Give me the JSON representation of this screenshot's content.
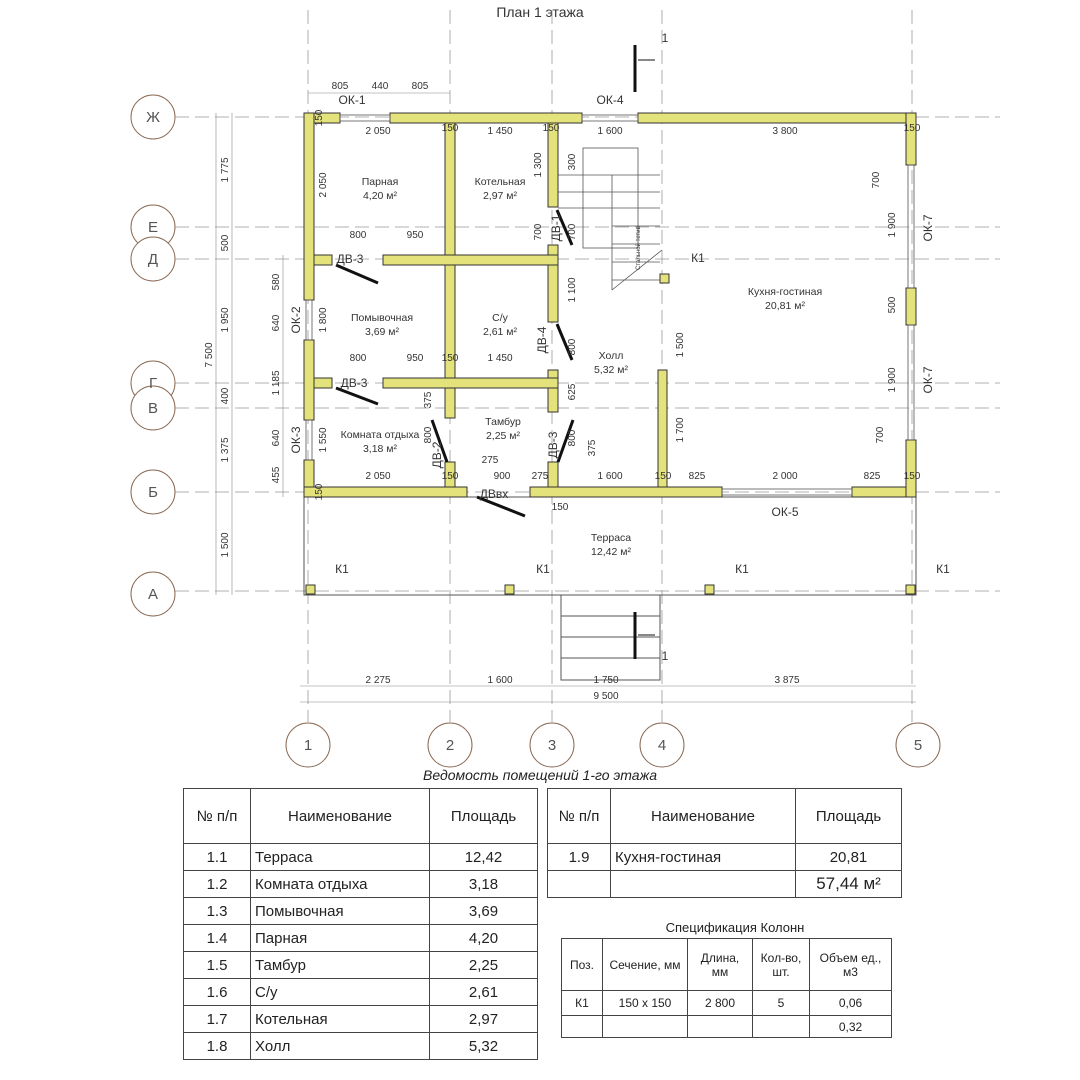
{
  "title": "План 1 этажа",
  "section_mark": "1",
  "axes_letters": [
    "Ж",
    "Е",
    "Д",
    "Г",
    "В",
    "Б",
    "А"
  ],
  "axes_numbers": [
    "1",
    "2",
    "3",
    "4",
    "5"
  ],
  "rooms": [
    {
      "name": "Парная",
      "area": "4,20 м²"
    },
    {
      "name": "Котельная",
      "area": "2,97 м²"
    },
    {
      "name": "Помывочная",
      "area": "3,69 м²"
    },
    {
      "name": "С/у",
      "area": "2,61 м²"
    },
    {
      "name": "Комната отдыха",
      "area": "3,18 м²"
    },
    {
      "name": "Тамбур",
      "area": "2,25 м²"
    },
    {
      "name": "Холл",
      "area": "5,32 м²"
    },
    {
      "name": "Кухня-гостиная",
      "area": "20,81 м²"
    },
    {
      "name": "Терраса",
      "area": "12,42 м²"
    }
  ],
  "openings": {
    "ok1": "ОК-1",
    "ok2": "ОК-2",
    "ok3": "ОК-3",
    "ok4": "ОК-4",
    "ok5": "ОК-5",
    "ok7": "ОК-7",
    "dv1": "ДВ-1",
    "dv2": "ДВ-2",
    "dv3": "ДВ-3",
    "dv4": "ДВ-4",
    "dvvh": "ДВвх",
    "k1": "К1",
    "stair": "Стальной тетив"
  },
  "dims": [
    "805",
    "440",
    "805",
    "2 050",
    "150",
    "1 450",
    "150",
    "1 600",
    "3 800",
    "150",
    "1 775",
    "500",
    "1 950",
    "400",
    "1 375",
    "1 500",
    "7 500",
    "580",
    "640",
    "1 185",
    "640",
    "455",
    "2 050",
    "1 800",
    "1 550",
    "800",
    "950",
    "800",
    "950",
    "150",
    "1 450",
    "1 300",
    "300",
    "700",
    "700",
    "1 100",
    "800",
    "625",
    "800",
    "375",
    "375",
    "800",
    "1 500",
    "1 700",
    "2 050",
    "150",
    "275",
    "900",
    "275",
    "1 600",
    "150",
    "825",
    "2 000",
    "825",
    "150",
    "150",
    "700",
    "1 900",
    "500",
    "1 900",
    "700",
    "2 275",
    "1 600",
    "1 750",
    "3 875",
    "9 500",
    "150",
    "150"
  ],
  "room_table": {
    "title": "Ведомость помещений 1-го этажа",
    "headers": [
      "№ п/п",
      "Наименование",
      "Площадь"
    ],
    "rows": [
      [
        "1.1",
        "Терраса",
        "12,42"
      ],
      [
        "1.2",
        "Комната отдыха",
        "3,18"
      ],
      [
        "1.3",
        "Помывочная",
        "3,69"
      ],
      [
        "1.4",
        "Парная",
        "4,20"
      ],
      [
        "1.5",
        "Тамбур",
        "2,25"
      ],
      [
        "1.6",
        "С/у",
        "2,61"
      ],
      [
        "1.7",
        "Котельная",
        "2,97"
      ],
      [
        "1.8",
        "Холл",
        "5,32"
      ],
      [
        "1.9",
        "Кухня-гостиная",
        "20,81"
      ]
    ],
    "total": "57,44 м²"
  },
  "column_spec": {
    "title": "Спецификация Колонн",
    "headers": [
      "Поз.",
      "Сечение, мм",
      "Длина, мм",
      "Кол-во, шт.",
      "Объем ед., м3"
    ],
    "row": [
      "К1",
      "150 x 150",
      "2 800",
      "5",
      "0,06"
    ],
    "total": "0,32"
  },
  "colors": {
    "wall": "#e4e27a",
    "bubble": "#8a6a55"
  }
}
